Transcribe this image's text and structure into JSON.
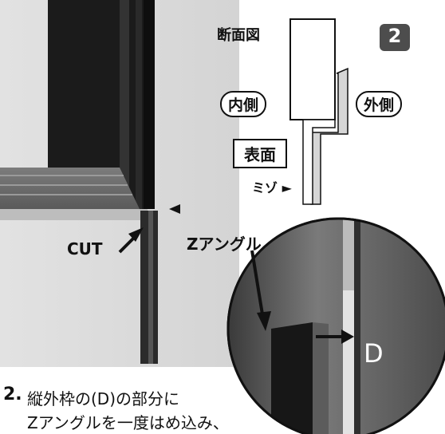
{
  "step_badge": "2",
  "diagram": {
    "title": "断面図",
    "inner_label": "内側",
    "outer_label": "外側",
    "surface_label": "表面",
    "groove_label": "ミゾ ►"
  },
  "photo": {
    "cut_label": "CUT",
    "zangle_label": "Zアングル",
    "d_label": "D"
  },
  "instruction": {
    "step_number": "2.",
    "line1": "縦外枠の(D)の部分に",
    "line2": "Zアングルを一度はめ込み、"
  }
}
